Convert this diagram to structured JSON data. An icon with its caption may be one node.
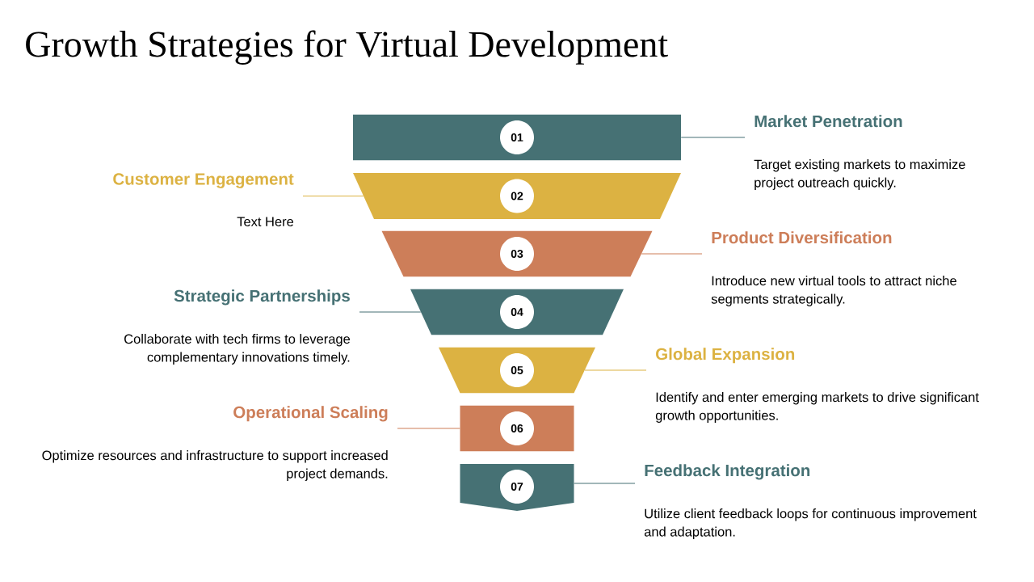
{
  "diagram": {
    "title": "Growth Strategies for Virtual Development",
    "nodes": [
      {
        "text": [
          "01"
        ]
      },
      {
        "text": [
          "Market Penetration",
          "Target existing markets to maximize project outreach quickly."
        ]
      },
      {
        "text": [
          "Customer Engagement",
          "Text Here"
        ]
      },
      {
        "text": [
          "02"
        ]
      },
      {
        "text": [
          "03"
        ]
      },
      {
        "text": [
          "Product Diversification",
          "Introduce new virtual tools to attract niche segments strategically."
        ]
      },
      {
        "text": [
          "Strategic Partnerships",
          "Collaborate with tech firms to leverage complementary innovations timely."
        ]
      },
      {
        "text": [
          "04"
        ]
      },
      {
        "text": [
          "05"
        ]
      },
      {
        "text": [
          "Global Expansion",
          "Identify and enter emerging markets to drive significant growth opportunities."
        ]
      },
      {
        "text": [
          "Operational Scaling",
          "Optimize resources and infrastructure to support increased project demands."
        ]
      },
      {
        "text": [
          "06"
        ]
      },
      {
        "text": [
          "07"
        ]
      },
      {
        "text": [
          "Feedback Integration",
          "Utilize client feedback loops for continuous improvement and adaptation."
        ]
      }
    ],
    "edges": [
      {
        "from": 1,
        "to": 0,
        "arrow": "none"
      },
      {
        "from": 2,
        "to": 3,
        "arrow": "none",
        "color": "#dcb242"
      },
      {
        "from": 5,
        "to": 4,
        "arrow": "none",
        "color": "#cd7e59"
      },
      {
        "from": 6,
        "to": 7,
        "arrow": "none"
      },
      {
        "from": 9,
        "to": 8,
        "arrow": "none",
        "color": "#dcb242"
      },
      {
        "from": 10,
        "to": 11,
        "arrow": "none",
        "color": "#cd7e59"
      },
      {
        "from": 13,
        "to": 12,
        "arrow": "none"
      }
    ]
  }
}
